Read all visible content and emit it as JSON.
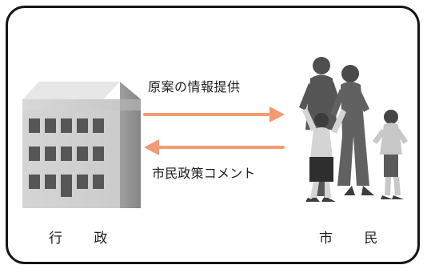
{
  "diagram": {
    "arrow_top_label": "原案の情報提供",
    "arrow_bottom_label": "市民政策コメント",
    "left_label": "行 政",
    "right_label": "市 民"
  },
  "colors": {
    "frame": "#151515",
    "arrow": "#f29a76",
    "building_light": "#d9d9d9",
    "building_mid": "#bdbdbd",
    "building_dark": "#8f8f8f",
    "window": "#555555",
    "people_dark": "#555555",
    "people_light": "#d6d6d6"
  },
  "icons": {
    "government": "office-building-icon",
    "citizens": "family-icon"
  }
}
